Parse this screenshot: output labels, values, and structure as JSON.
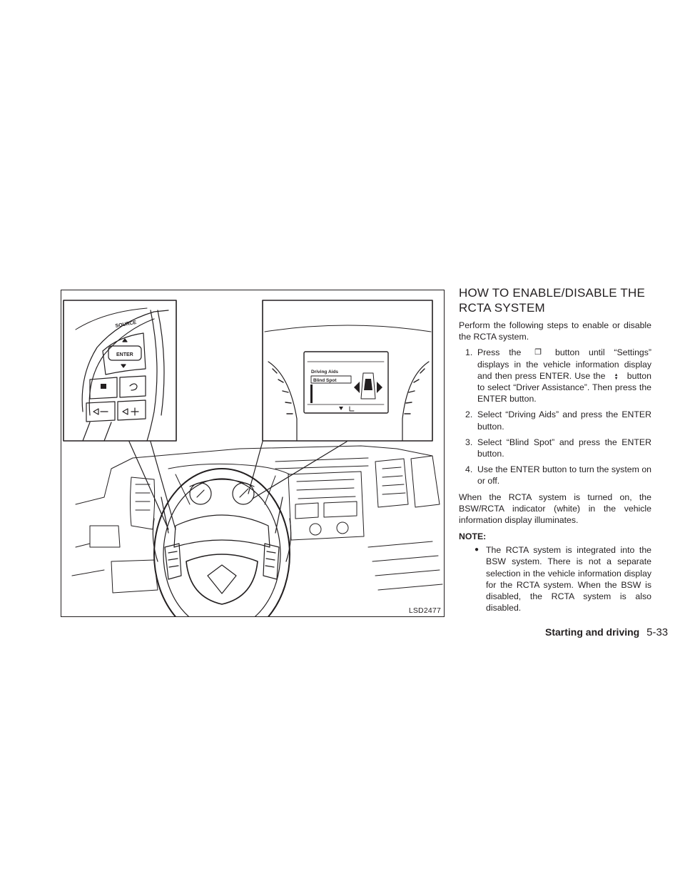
{
  "figure": {
    "code": "LSD2477",
    "switch_labels": {
      "source": "SOURCE",
      "enter": "ENTER"
    },
    "display_labels": {
      "menu": "Driving Aids",
      "item": "Blind Spot"
    }
  },
  "section": {
    "heading": "HOW TO ENABLE/DISABLE THE RCTA SYSTEM",
    "intro": "Perform the following steps to enable or disable the RCTA system.",
    "steps": [
      {
        "num": "1.",
        "a": "Press the",
        "b": "button until “Settings” displays in the vehicle information display and then press ENTER. Use the",
        "c": "button to select “Driver Assistance”. Then press the ENTER button."
      },
      {
        "num": "2.",
        "text": "Select “Driving Aids” and press the ENTER button."
      },
      {
        "num": "3.",
        "text": "Select “Blind Spot” and press the ENTER button."
      },
      {
        "num": "4.",
        "text": "Use the ENTER button to turn the system on or off."
      }
    ],
    "after": "When the RCTA system is turned on, the BSW/RCTA indicator (white) in the vehicle information display illuminates.",
    "note_label": "NOTE:",
    "note_bullets": [
      "The RCTA system is integrated into the BSW system. There is not a separate selection in the vehicle information display for the RCTA system. When the BSW is disabled, the RCTA system is also disabled."
    ]
  },
  "icons": {
    "menu_button": "menu-button-icon",
    "updown_arrows": "up-down-arrows-icon",
    "bullet": "bullet-dot"
  },
  "footer": {
    "title": "Starting and driving",
    "page": "5-33"
  }
}
